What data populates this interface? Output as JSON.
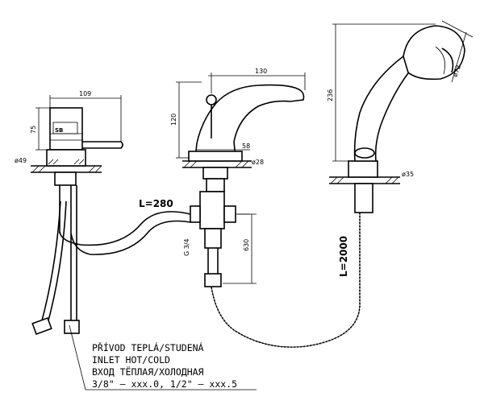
{
  "dimensions": {
    "base_width": "109",
    "base_height": "75",
    "base_diameter": "ø49",
    "spout_length": "130",
    "spout_height": "120",
    "spout_offset": "58",
    "spout_base_diameter": "ø28",
    "handshower_height": "236",
    "handshower_diameter": "ø72",
    "holder_diameter": "ø35",
    "pipe_length": "L=280",
    "thread": "G 3/4",
    "riser_length": "630",
    "hose_length": "L=2000"
  },
  "inlet_notes": [
    "PŘÍVOD TEPLÁ/STUDENÁ",
    "INLET HOT/COLD",
    "ВХОД ТЁПЛАЯ/ХОЛОДНАЯ",
    "3/8\" – xxx.0, 1/2\" – xxx.5"
  ]
}
